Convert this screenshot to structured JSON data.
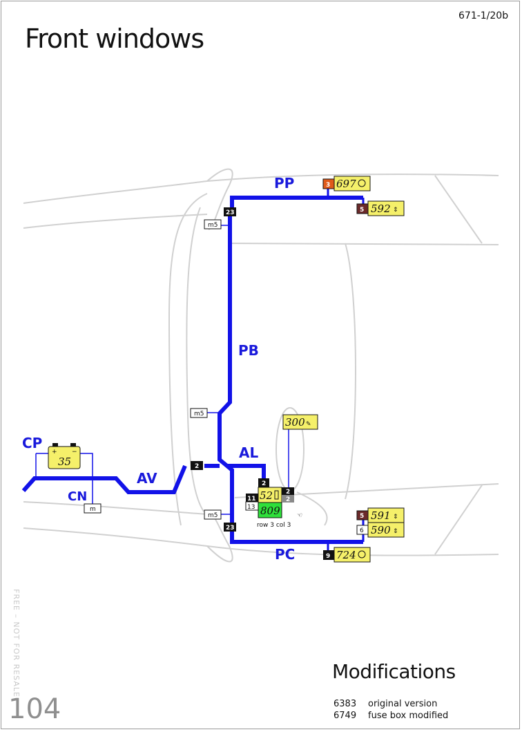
{
  "page": {
    "title": "Front windows",
    "doc_ref": "671-1/20b",
    "side_note": "FREE – NOT FOR RESALE",
    "page_number": "104"
  },
  "harness": {
    "pp": "PP",
    "pb": "PB",
    "pc": "PC",
    "al": "AL",
    "av": "AV",
    "cp": "CP",
    "cn": "CN"
  },
  "components": {
    "c697": "697",
    "c592": "592",
    "c591": "591",
    "c590": "590",
    "c724": "724",
    "c300": "300",
    "c52": "52",
    "c809": "809",
    "c35": "35"
  },
  "pins": {
    "p697": "3",
    "p592": "5",
    "p591": "5",
    "p590": "6",
    "p724": "9",
    "top23": "23",
    "bot23": "23",
    "mid2": "2",
    "c52_2": "2",
    "c52_11": "11",
    "c52_13": "13",
    "c300_2a": "2",
    "c300_2b": "2"
  },
  "connectors": {
    "m5_top": "m5",
    "m5_mid": "m5",
    "m5_bot": "m5",
    "m": "m"
  },
  "fuse_note": "row 3 col 3",
  "colors": {
    "wire": "#1212e8",
    "component": "#f5f06a",
    "fuse_box": "#2ee03a",
    "pin_orange": "#e05a1a",
    "pin_brown": "#6b2a2a"
  },
  "modifications": {
    "title": "Modifications",
    "rows": [
      {
        "code": "6383",
        "text": "original version"
      },
      {
        "code": "6749",
        "text": "fuse box modified"
      }
    ]
  }
}
